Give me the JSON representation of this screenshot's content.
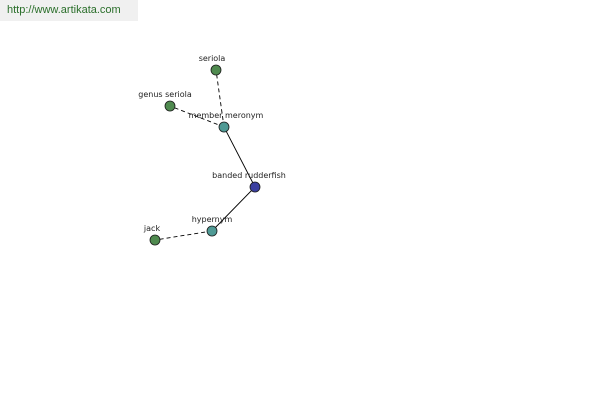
{
  "source_url": "http://www.artikata.com",
  "colors": {
    "focus_node": "#3b3fa0",
    "relation_node": "#4f9a95",
    "term_node": "#4f8a4f",
    "edge": "#000000",
    "url_text": "#2a6e2a"
  },
  "graph": {
    "nodes": [
      {
        "id": "seriola",
        "label": "seriola",
        "kind": "term"
      },
      {
        "id": "genus-seriola",
        "label": "genus seriola",
        "kind": "term"
      },
      {
        "id": "member-meronym",
        "label": "member meronym",
        "kind": "relation"
      },
      {
        "id": "banded-rudderfish",
        "label": "banded rudderfish",
        "kind": "focus"
      },
      {
        "id": "hypernym",
        "label": "hypernym",
        "kind": "relation"
      },
      {
        "id": "jack",
        "label": "jack",
        "kind": "term"
      }
    ],
    "edges": [
      {
        "from": "banded-rudderfish",
        "to": "member-meronym",
        "style": "solid"
      },
      {
        "from": "banded-rudderfish",
        "to": "hypernym",
        "style": "solid"
      },
      {
        "from": "member-meronym",
        "to": "seriola",
        "style": "dashed"
      },
      {
        "from": "member-meronym",
        "to": "genus-seriola",
        "style": "dashed"
      },
      {
        "from": "hypernym",
        "to": "jack",
        "style": "dashed"
      }
    ]
  }
}
